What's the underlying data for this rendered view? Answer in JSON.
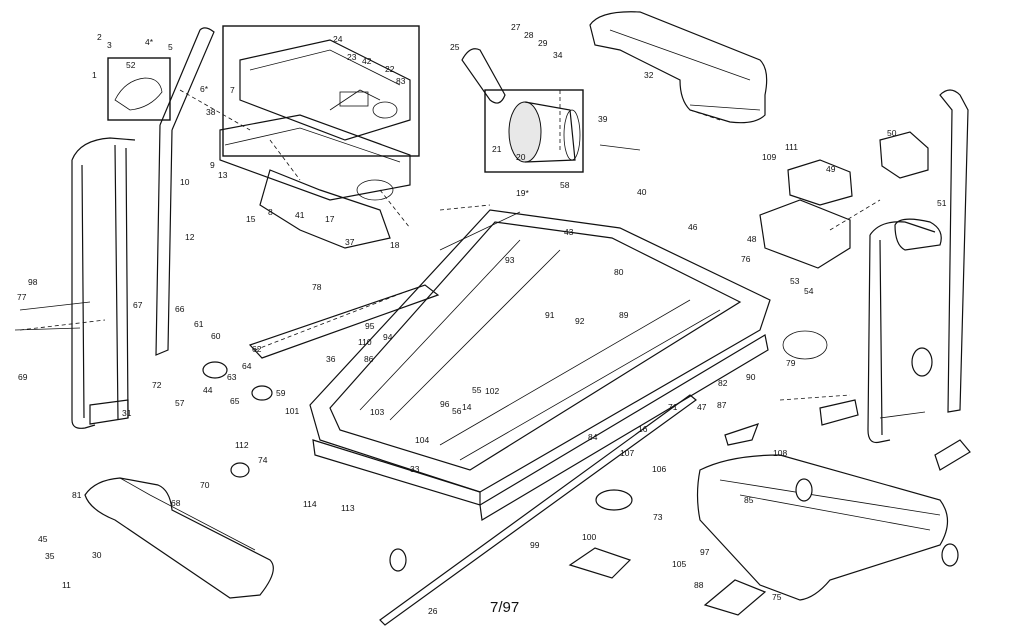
{
  "revision_date": "7/97",
  "part_labels": [
    "1",
    "2",
    "3",
    "4*",
    "5",
    "6*",
    "7",
    "8",
    "9",
    "10",
    "11",
    "12",
    "13",
    "14",
    "15",
    "16",
    "17",
    "18",
    "19*",
    "20",
    "21",
    "22",
    "23",
    "24",
    "25",
    "26",
    "27",
    "28",
    "29",
    "30",
    "31",
    "32",
    "33",
    "34",
    "35",
    "36",
    "37",
    "38",
    "39",
    "40",
    "41",
    "42",
    "43",
    "44",
    "45",
    "46",
    "47",
    "48",
    "49",
    "50",
    "51",
    "52",
    "53",
    "54",
    "55",
    "56",
    "57",
    "58",
    "59",
    "60",
    "61",
    "62",
    "63",
    "64",
    "65",
    "66",
    "67",
    "68",
    "69",
    "70",
    "71",
    "72",
    "73",
    "74",
    "75",
    "76",
    "77",
    "78",
    "79",
    "80",
    "81",
    "82",
    "83",
    "84",
    "85",
    "86",
    "87",
    "88",
    "89",
    "90",
    "91",
    "92",
    "93",
    "94",
    "95",
    "96",
    "97",
    "98",
    "99",
    "100",
    "101",
    "102",
    "103",
    "104",
    "105",
    "106",
    "107",
    "108",
    "109",
    "110",
    "111",
    "112",
    "113",
    "114"
  ]
}
